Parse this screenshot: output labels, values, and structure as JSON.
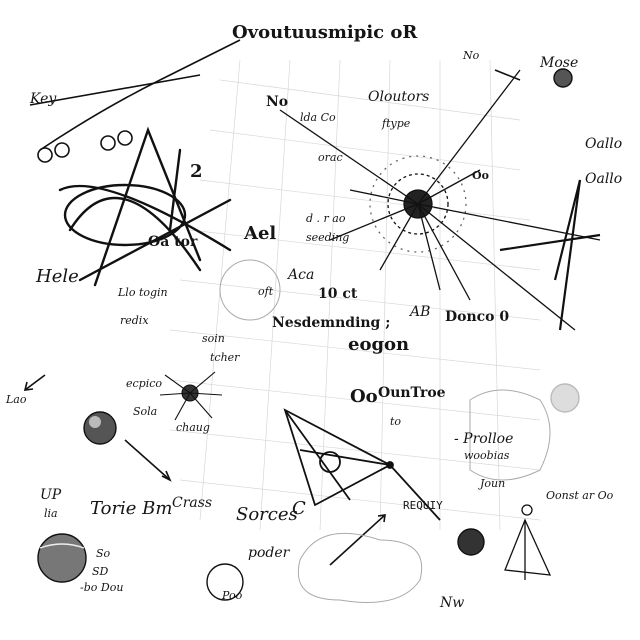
{
  "labels": {
    "title": "Ovoutuusmipic oR",
    "top_right_1": "Mose",
    "top_right_2": "No",
    "left_top": "Key",
    "no": "No",
    "idaco": "lda Co",
    "oloutors": "Oloutors",
    "ftype": "ftype",
    "orac": "orac",
    "ool": "Oo",
    "right_a": "Oallo",
    "right_b": "Oallo",
    "z2": "2",
    "r_dr": "d . r  ao",
    "seeding": "seeding",
    "ael": "Ael",
    "oat": "Oa tor",
    "hele": "Hele",
    "lilo": "Llo  togin",
    "oft": "oft",
    "aca": "Aca",
    "ioct": "10 ct",
    "ab": "AB",
    "donco": "Donco  0",
    "nesd": "Nesdemnding ;",
    "eogon": "eogon",
    "pedix": "redix",
    "soin": "soin",
    "ether": "tcher",
    "lao": "Lao",
    "ecpico": "ecpico",
    "sola": "Sola",
    "chaug": "chaug",
    "p_oo": "Oo",
    "ounntroe": "OunTroe",
    "to": "to",
    "prollloe": "- Prolloe",
    "wobias": "woobias",
    "jaum": "Joun",
    "up": "UP",
    "torie": "Torie Bm",
    "lia": "lia",
    "crass": "Crass",
    "sorces": "Sorces",
    "c": "C",
    "requiy": "REQUIY",
    "pode": "poder",
    "so": "So",
    "sdsd": "SD",
    "bdo": "-bo Dou",
    "poo": "Poo",
    "right_bottom": "Oonst ar Oo",
    "nw": "Nw"
  }
}
